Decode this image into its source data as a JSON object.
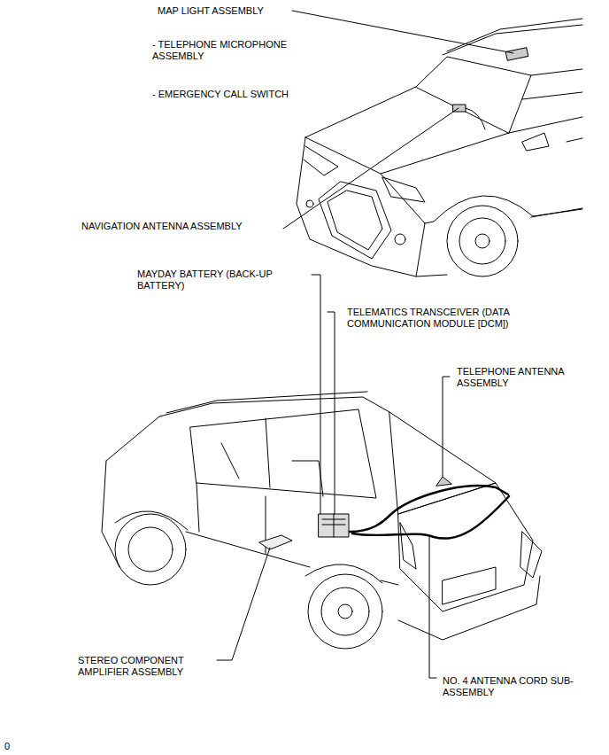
{
  "diagram": {
    "labels": [
      "MAP LIGHT ASSEMBLY",
      "- TELEPHONE MICROPHONE ASSEMBLY",
      "- EMERGENCY CALL SWITCH",
      "NAVIGATION ANTENNA ASSEMBLY",
      "MAYDAY BATTERY (BACK-UP BATTERY)",
      "TELEMATICS TRANSCEIVER (DATA COMMUNICATION MODULE [DCM])",
      "TELEPHONE ANTENNA ASSEMBLY",
      "STEREO COMPONENT AMPLIFIER ASSEMBLY",
      "NO. 4 ANTENNA CORD SUB-ASSEMBLY",
      "0"
    ]
  }
}
